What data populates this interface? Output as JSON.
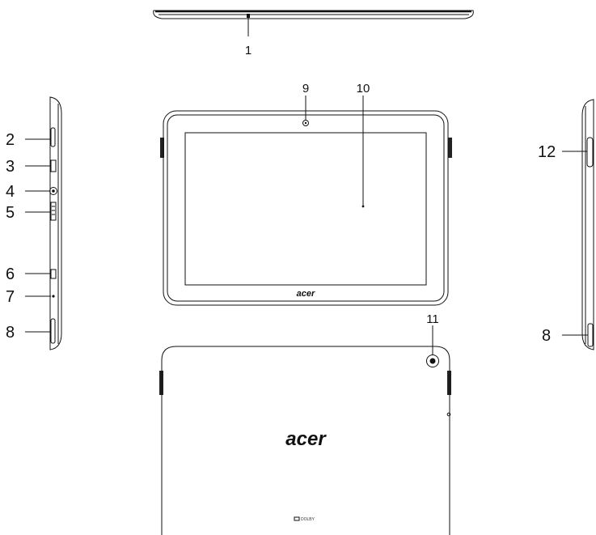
{
  "callouts": {
    "c1": "1",
    "c2": "2",
    "c3": "3",
    "c4": "4",
    "c5": "5",
    "c6": "6",
    "c7": "7",
    "c8_left": "8",
    "c8_right": "8",
    "c9": "9",
    "c10": "10",
    "c11": "11",
    "c12": "12"
  },
  "brand": {
    "front_logo": "acer",
    "back_logo": "acer",
    "dolby_mark": "DOLBY"
  }
}
